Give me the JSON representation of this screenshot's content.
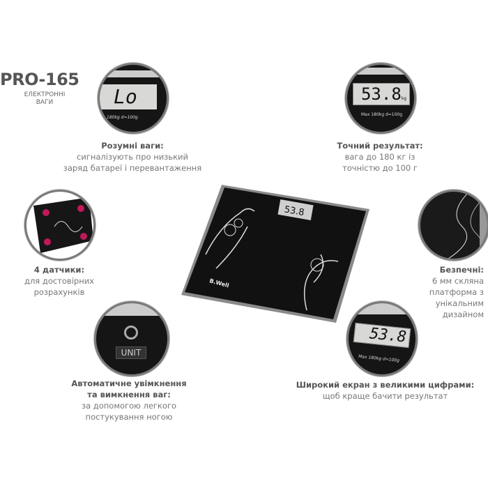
{
  "header": {
    "model": "PRO-165",
    "subtitle_line1": "ЕЛЕКТРОННІ",
    "subtitle_line2": "ВАГИ"
  },
  "features": [
    {
      "title": "Розумні ваги:",
      "line1": "сигналізують про низький",
      "line2": "заряд батареї і перевантаження",
      "display": "Lo",
      "spec": "180kg d=100g"
    },
    {
      "title": "Точний результат:",
      "line1": "вага до 180 кг із",
      "line2": "точністю до 100 г",
      "display": "53.8",
      "unit": "kg",
      "spec": "Max 180kg d=100g"
    },
    {
      "title": "4 датчики:",
      "line1": "для достовірних",
      "line2": "розрахунків"
    },
    {
      "title": "Безпечні:",
      "line1": "6 мм скляна",
      "line2": "платформа з",
      "line3": "унікальним",
      "line4": "дизайном"
    },
    {
      "title_line1": "Автоматичне увімкнення",
      "title_line2": "та вимкнення ваг:",
      "line1": "за допомогою легкого",
      "line2": "постукування ногою",
      "button_label": "UNIT"
    },
    {
      "title": "Широкий екран з великими цифрами:",
      "line1": "щоб краще бачити результат",
      "display": "53.8",
      "spec": "Max 180kg d=100g"
    }
  ],
  "product": {
    "brand": "B.Well",
    "display": "53.8",
    "colors": {
      "body": "#111111",
      "pattern": "#e8e8e8",
      "accent": "#c2185b"
    }
  }
}
